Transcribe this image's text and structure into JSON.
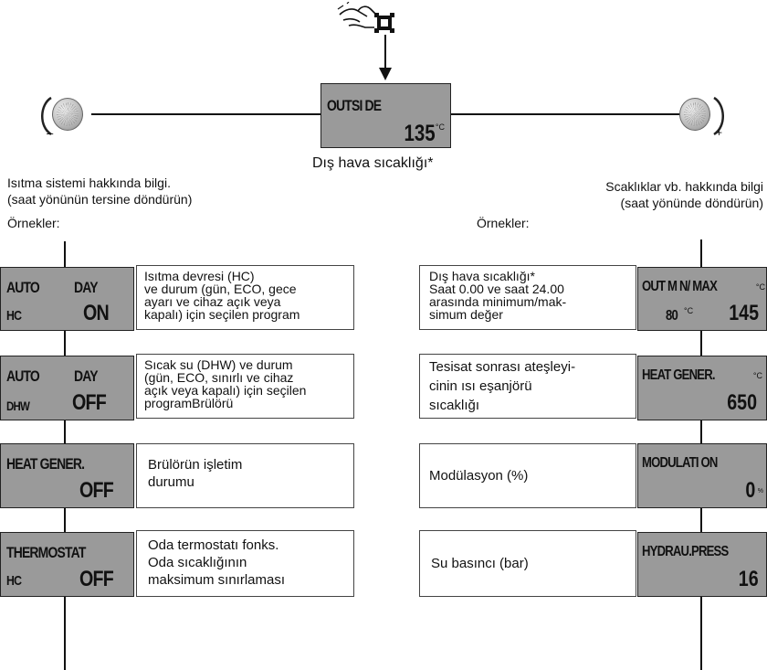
{
  "top_display": {
    "line1": "OUTSI DE",
    "value": "135",
    "unit": "°C",
    "caption": "Dış hava sıcaklığı*"
  },
  "left_knob": {
    "sign": "–"
  },
  "right_knob": {
    "sign": "+"
  },
  "left_heading": {
    "line1": "Isıtma sistemi hakkında bilgi.",
    "line2": "(saat yönünün tersine döndürün)",
    "examples": "Örnekler:"
  },
  "right_heading": {
    "line1": "Scaklıklar vb. hakkında bilgi",
    "line2": "(saat yönünde döndürün)",
    "examples": "Örnekler:"
  },
  "left_rows": [
    {
      "lcd_tl": "AUTO",
      "lcd_tr": "DAY",
      "lcd_bl": "HC",
      "lcd_br": "ON",
      "desc": [
        "Isıtma devresi (HC)",
        "ve durum (gün, ECO, gece",
        "ayarı ve cihaz açık veya",
        "kapalı) için seçilen program"
      ]
    },
    {
      "lcd_tl": "AUTO",
      "lcd_tr": "DAY",
      "lcd_bl": "DHW",
      "lcd_br": "OFF",
      "desc": [
        "Sıcak su (DHW) ve durum",
        "(gün, ECO, sınırlı ve cihaz",
        "açık veya kapalı) için seçilen",
        "programBrülörü"
      ]
    },
    {
      "lcd_tl": "HEAT GENER.",
      "lcd_tr": "",
      "lcd_bl": "",
      "lcd_br": "OFF",
      "desc": [
        "Brülörün işletim",
        "durumu"
      ]
    },
    {
      "lcd_tl": "THERMOSTAT",
      "lcd_tr": "",
      "lcd_bl": "HC",
      "lcd_br": "OFF",
      "desc": [
        "Oda termostatı fonks.",
        "Oda sıcaklığının",
        "maksimum sınırlaması"
      ]
    }
  ],
  "right_rows": [
    {
      "lcd_top": "OUT  M N/ MAX",
      "lcd_unit_top": "°C",
      "lcd_small": "80",
      "lcd_small_unit": "°C",
      "lcd_br": "145",
      "desc": [
        "Dış hava sıcaklığı*",
        "Saat 0.00 ve saat 24.00",
        "arasında minimum/mak-",
        "simum değer"
      ]
    },
    {
      "lcd_top": "HEAT GENER.",
      "lcd_unit_top": "°C",
      "lcd_small": "",
      "lcd_small_unit": "",
      "lcd_br": "650",
      "desc": [
        "Tesisat sonrası ateşleyi-",
        "cinin ısı eşanjörü",
        "sıcaklığı"
      ]
    },
    {
      "lcd_top": "MODULATI ON",
      "lcd_unit_top": "",
      "lcd_small": "",
      "lcd_small_unit": "",
      "lcd_br": "0",
      "lcd_br_unit": "%",
      "desc": [
        "Modülasyon (%)"
      ]
    },
    {
      "lcd_top": "HYDRAU.PRESS",
      "lcd_unit_top": "",
      "lcd_small": "",
      "lcd_small_unit": "",
      "lcd_br": "16",
      "desc": [
        "Su basıncı (bar)"
      ]
    }
  ]
}
